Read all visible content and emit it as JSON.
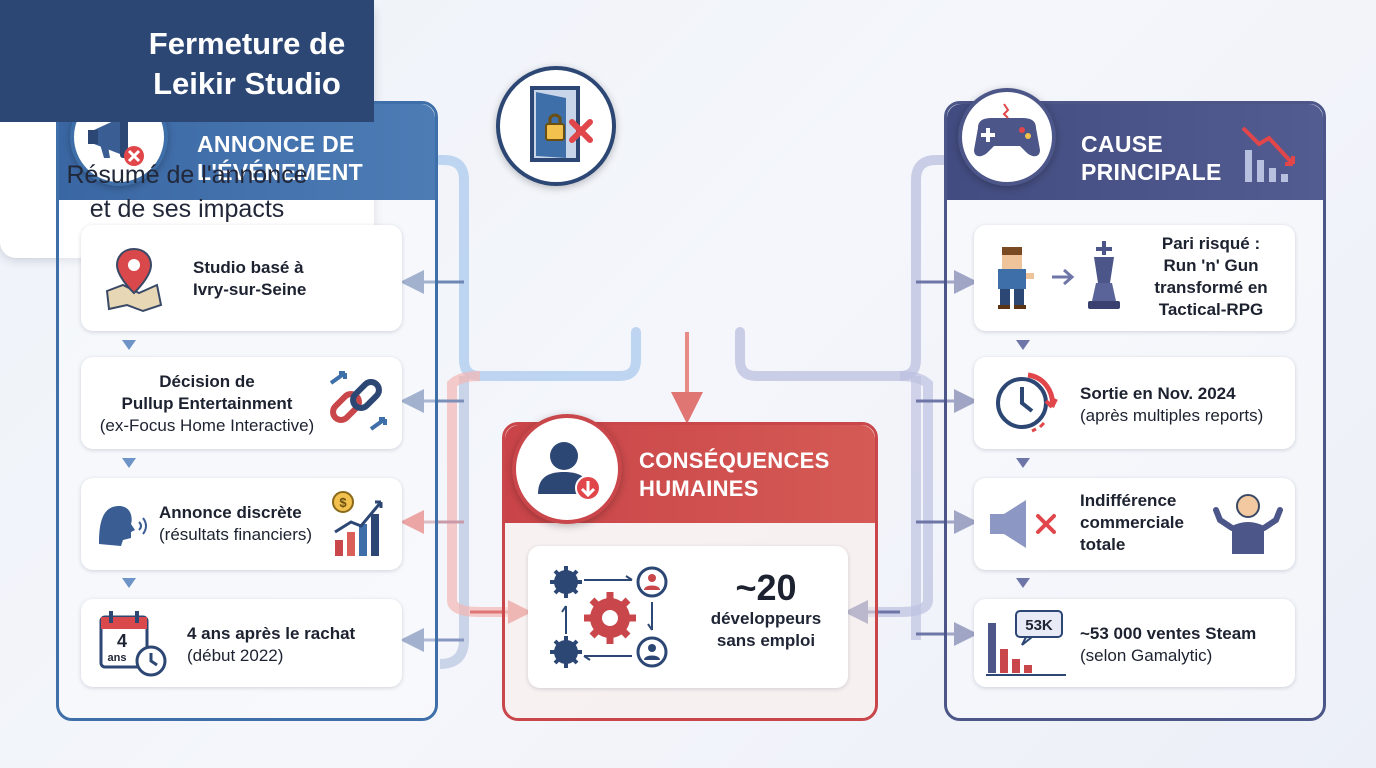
{
  "top": {
    "title_line1": "Fermeture de",
    "title_line2": "Leikir Studio",
    "subtitle_line1": "Résumé de l'annonce",
    "subtitle_line2": "et de ses impacts"
  },
  "left_panel": {
    "title_line1": "ANNONCE DE",
    "title_line2": "L'ÉVÉNEMENT",
    "items": [
      {
        "bold1": "Studio basé à",
        "bold2": "Ivry-sur-Seine"
      },
      {
        "bold1": "Décision de",
        "bold2": "Pullup Entertainment",
        "normal": "(ex-Focus Home Interactive)"
      },
      {
        "bold1": "Annonce discrète",
        "normal": "(résultats financiers)"
      },
      {
        "bold1": "4 ans après le rachat",
        "normal": "(début 2022)"
      }
    ],
    "calendar_number": "4",
    "calendar_unit": "ans"
  },
  "center_panel": {
    "title_line1": "CONSÉQUENCES",
    "title_line2": "HUMAINES",
    "big_number": "~20",
    "line1": "développeurs",
    "line2": "sans emploi"
  },
  "right_panel": {
    "title_line1": "CAUSE",
    "title_line2": "PRINCIPALE",
    "items": [
      {
        "bold1": "Pari risqué :",
        "bold2": "Run 'n' Gun",
        "bold3": "transformé en",
        "bold4": "Tactical-RPG"
      },
      {
        "bold1": "Sortie en Nov. 2024",
        "normal": "(après multiples reports)"
      },
      {
        "bold1": "Indifférence",
        "bold2": "commerciale",
        "bold3": "totale"
      },
      {
        "bold1": "~53 000 ventes Steam",
        "normal": "(selon Gamalytic)"
      }
    ],
    "sales_badge": "53K"
  },
  "colors": {
    "left_accent": "#3f6fa8",
    "center_accent": "#c9474a",
    "right_accent": "#4c5688",
    "top_header": "#2d4775"
  }
}
